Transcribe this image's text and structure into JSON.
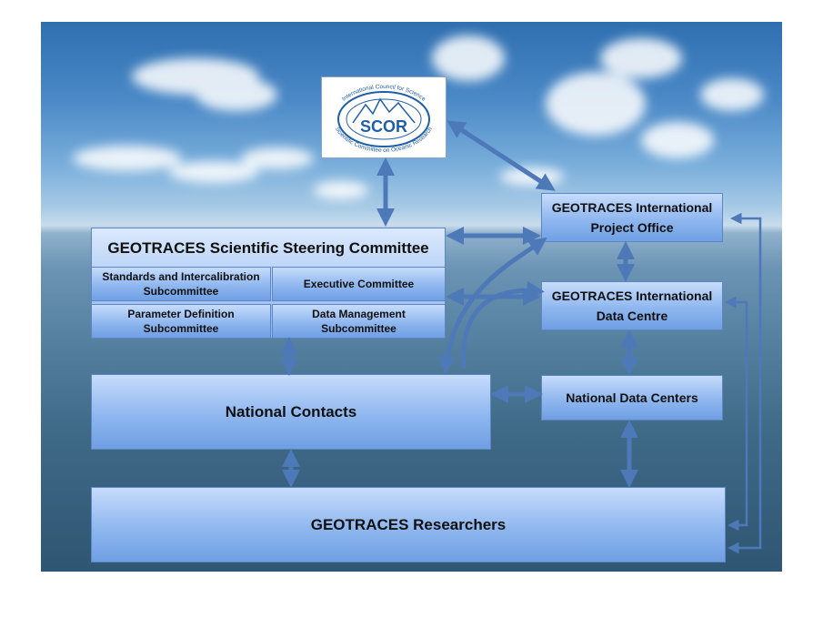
{
  "logo": {
    "acronym": "SCOR",
    "arc_top": "International Council for Science",
    "arc_bottom": "Scientific Committee on Oceanic Research"
  },
  "ssc": {
    "title": "GEOTRACES Scientific Steering Committee",
    "subcommittees": [
      "Standards and Intercalibration\nSubcommittee",
      "Executive Committee",
      "Parameter Definition\nSubcommittee",
      "Data Management\nSubcommittee"
    ]
  },
  "ipo": "GEOTRACES International\nProject Office",
  "idc": "GEOTRACES International\nData Centre",
  "national_contacts": "National Contacts",
  "national_data_centers": "National Data Centers",
  "researchers": "GEOTRACES Researchers",
  "colors": {
    "arrow": "#4d79b8",
    "box_top": "#c6dcfb",
    "box_bottom": "#6f9fe3",
    "logo_blue": "#1f5fa8"
  }
}
